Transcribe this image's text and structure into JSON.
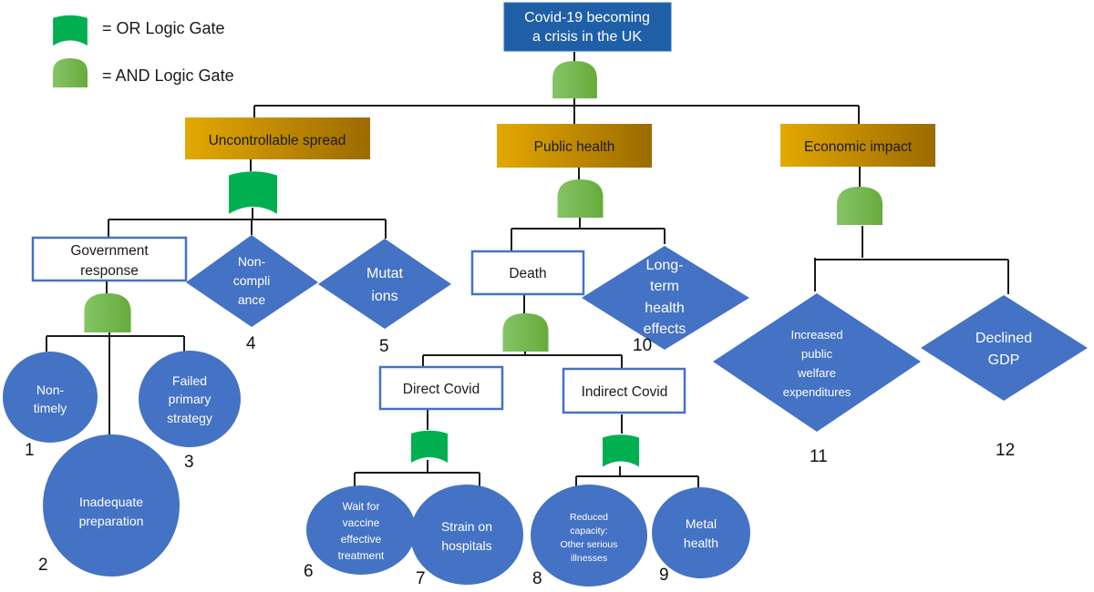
{
  "legend": {
    "or_gate_label": "= OR Logic Gate",
    "and_gate_label": "= AND Logic Gate"
  },
  "colors": {
    "top_event_fill": "#1f5fa8",
    "intermediate_gradient_start": "#e3a800",
    "intermediate_gradient_end": "#9c6b00",
    "basic_event_fill": "#4472c4",
    "box_border": "#4472c4",
    "or_gate": "#00b050",
    "and_gate_start": "#7dbf5e",
    "and_gate_end": "#6aae3e",
    "line": "#1a1a1a"
  },
  "top_event": {
    "lines": [
      "Covid-19 becoming",
      "a crisis in the UK"
    ]
  },
  "intermediate_events": {
    "uncontrollable_spread": "Uncontrollable spread",
    "public_health": "Public health",
    "economic_impact": "Economic impact"
  },
  "sub_events": {
    "government_response": [
      "Government",
      "response"
    ],
    "death": [
      "Death"
    ],
    "direct_covid": [
      "Direct Covid"
    ],
    "indirect_covid": [
      "Indirect Covid"
    ]
  },
  "basic_events": {
    "e1": {
      "lines": [
        "Non-",
        "timely"
      ],
      "number": "1"
    },
    "e2": {
      "lines": [
        "Inadequate",
        "preparation"
      ],
      "number": "2"
    },
    "e3": {
      "lines": [
        "Failed",
        "primary",
        "strategy"
      ],
      "number": "3"
    },
    "e4": {
      "lines": [
        "Non-",
        "compli",
        "ance"
      ],
      "number": "4"
    },
    "e5": {
      "lines": [
        "Mutat",
        "ions"
      ],
      "number": "5"
    },
    "e6": {
      "lines": [
        "Wait for",
        "vaccine",
        "effective",
        "treatment"
      ],
      "number": "6"
    },
    "e7": {
      "lines": [
        "Strain on",
        "hospitals"
      ],
      "number": "7"
    },
    "e8": {
      "lines": [
        "Reduced",
        "capacity:",
        "Other serious",
        "illnesses"
      ],
      "number": "8"
    },
    "e9": {
      "lines": [
        "Metal",
        "health"
      ],
      "number": "9"
    },
    "e10": {
      "lines": [
        "Long-",
        "term",
        "health",
        "effects"
      ],
      "number": "10"
    },
    "e11": {
      "lines": [
        "Increased",
        "public",
        "welfare",
        "expenditures"
      ],
      "number": "11"
    },
    "e12": {
      "lines": [
        "Declined",
        "GDP"
      ],
      "number": "12"
    }
  },
  "gates": {
    "top": "AND",
    "uncontrollable_spread": "OR",
    "public_health": "AND",
    "economic_impact": "AND",
    "government_response": "AND",
    "death": "AND",
    "direct_covid": "OR",
    "indirect_covid": "OR"
  }
}
